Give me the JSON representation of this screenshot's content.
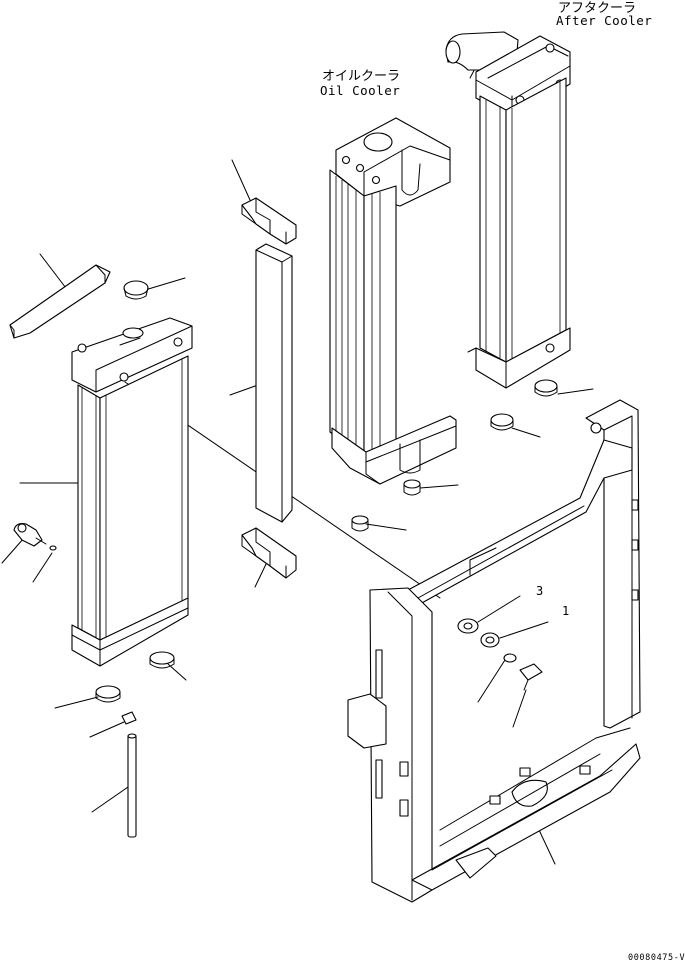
{
  "labels": {
    "after_cooler_jp": "アフタクーラ",
    "after_cooler_en": "After Cooler",
    "oil_cooler_jp": "オイルクーラ",
    "oil_cooler_en": "Oil Cooler",
    "drawing_code": "00080475-V"
  },
  "refs": {
    "r3": "3",
    "r1": "1"
  }
}
